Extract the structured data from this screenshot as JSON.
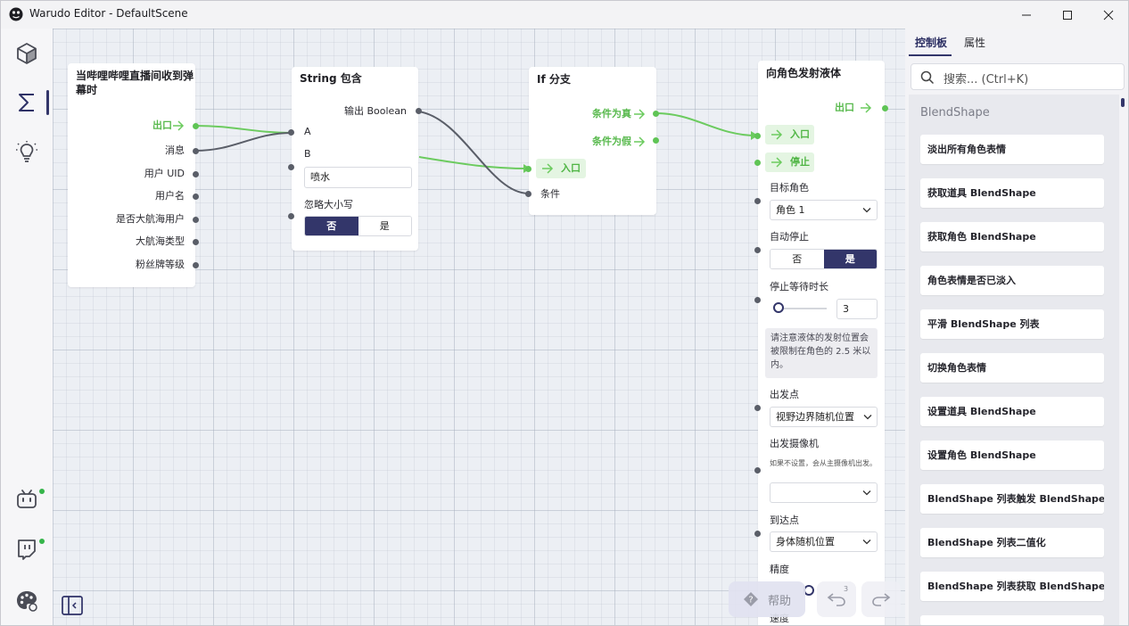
{
  "window": {
    "title": "Warudo Editor - DefaultScene"
  },
  "nodes": {
    "trigger": {
      "title_line1": "当哔哩哔哩直播间收到弹",
      "title_line2": "幕时",
      "ports": [
        "出口",
        "消息",
        "用户 UID",
        "用户名",
        "是否大航海用户",
        "大航海类型",
        "粉丝牌等级"
      ]
    },
    "string_contains": {
      "title": "String 包含",
      "output_label": "输出 Boolean",
      "input_a": "A",
      "input_b": "B",
      "b_value": "喷水",
      "ignore_case_label": "忽略大小写",
      "toggle_no": "否",
      "toggle_yes": "是",
      "ignore_case_value": "否"
    },
    "if_branch": {
      "title": "If 分支",
      "true_label": "条件为真",
      "false_label": "条件为假",
      "entry_label": "入口",
      "condition_label": "条件"
    },
    "liquid": {
      "title": "向角色发射液体",
      "exit_label": "出口",
      "entry_label": "入口",
      "stop_label": "停止",
      "target_label": "目标角色",
      "target_value": "角色 1",
      "auto_stop_label": "自动停止",
      "auto_stop_no": "否",
      "auto_stop_yes": "是",
      "auto_stop_value": "是",
      "wait_label": "停止等待时长",
      "wait_value": "3",
      "note": "请注意液体的发射位置会被限制在角色的 2.5 米以内。",
      "origin_label": "出发点",
      "origin_value": "视野边界随机位置",
      "camera_label": "出发摄像机",
      "camera_note": "如果不设置，会从主摄像机出发。",
      "camera_value": "",
      "dest_label": "到达点",
      "dest_value": "身体随机位置",
      "precision_label": "精度",
      "speed_label": "速度"
    }
  },
  "canvas_controls": {
    "help_label": "帮助",
    "undo_count": "3"
  },
  "right_panel": {
    "tabs": [
      "控制板",
      "属性"
    ],
    "active_tab": "控制板",
    "search_placeholder": "搜索... (Ctrl+K)",
    "category": "BlendShape",
    "items": [
      "淡出所有角色表情",
      "获取道具 BlendShape",
      "获取角色 BlendShape",
      "角色表情是否已淡入",
      "平滑 BlendShape 列表",
      "切换角色表情",
      "设置道具 BlendShape",
      "设置角色 BlendShape",
      "BlendShape 列表触发 BlendShape",
      "BlendShape 列表二值化",
      "BlendShape 列表获取 BlendShape"
    ]
  },
  "colors": {
    "accent": "#33366a",
    "flow_green": "#5fc455",
    "wire_gray": "#5a5e68",
    "status_online": "#35b54a"
  },
  "icons": {
    "left_sidebar": [
      "cube-icon",
      "sigma-icon",
      "lightbulb-icon",
      "bilibili-icon",
      "twitch-icon",
      "palette-icon",
      "panel-toggle-icon"
    ]
  }
}
